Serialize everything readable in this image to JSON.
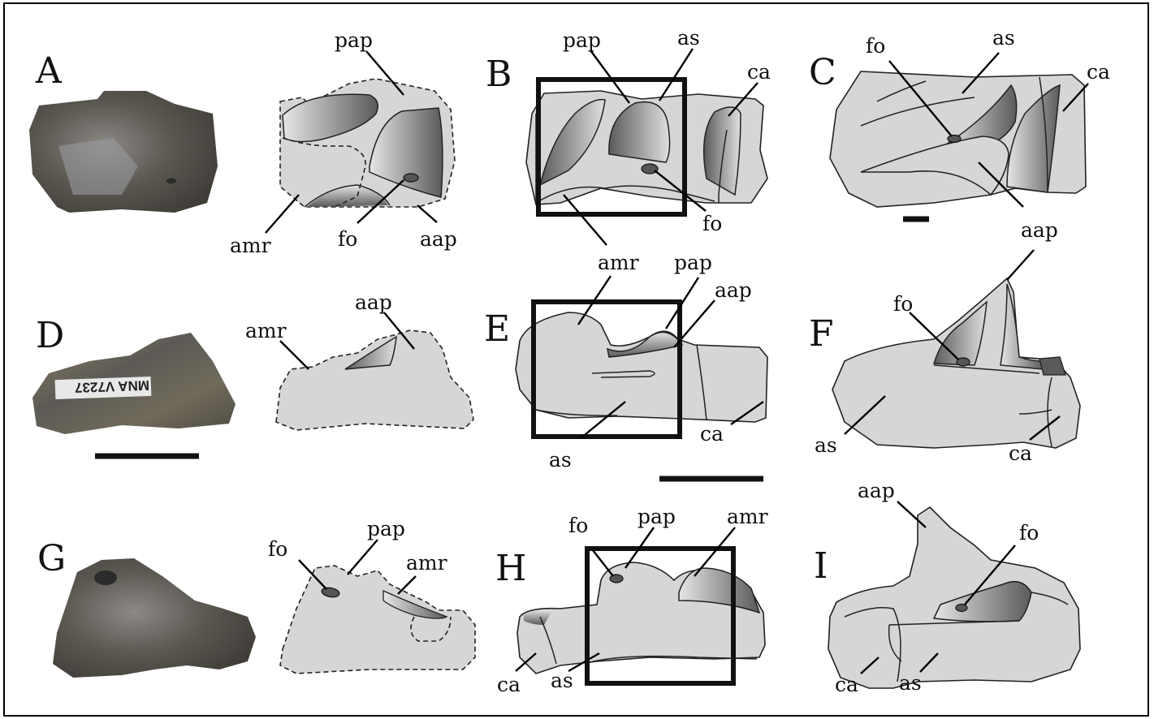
{
  "panels": {
    "A": "A",
    "B": "B",
    "C": "C",
    "D": "D",
    "E": "E",
    "F": "F",
    "G": "G",
    "H": "H",
    "I": "I"
  },
  "labels": {
    "pap": "pap",
    "as": "as",
    "ca": "ca",
    "fo": "fo",
    "amr": "amr",
    "aap": "aap"
  },
  "specimen_tag": "MNA V7237"
}
